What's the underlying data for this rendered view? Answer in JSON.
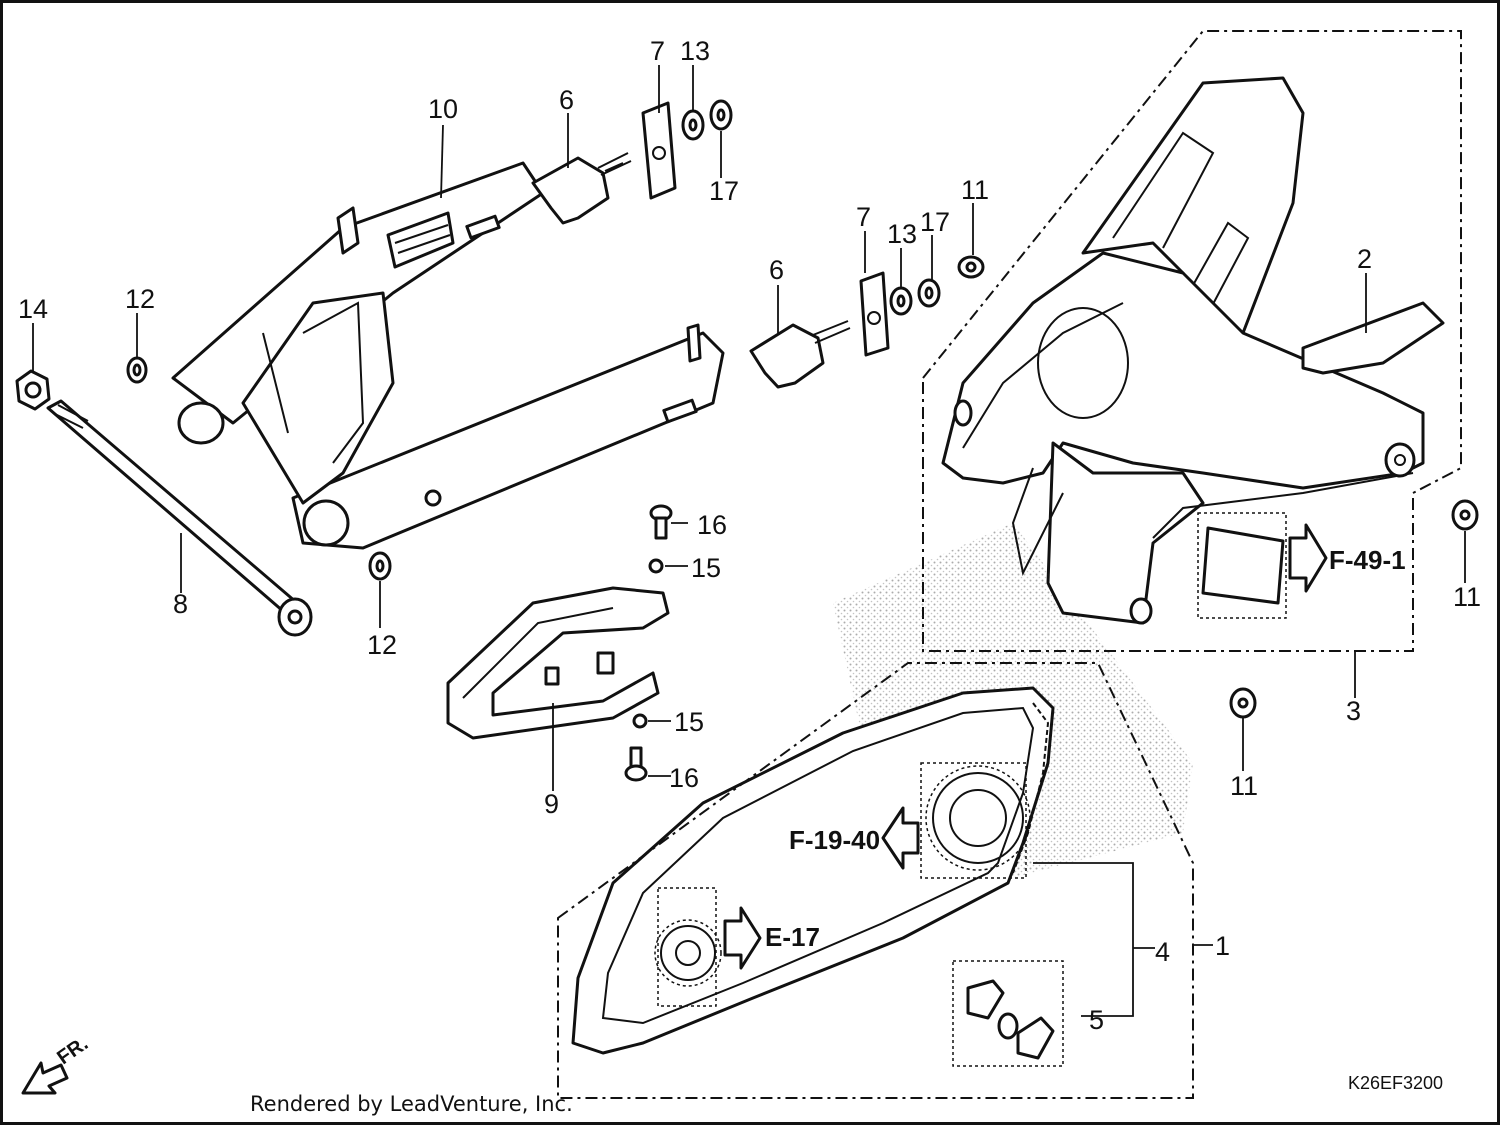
{
  "diagram": {
    "callouts": [
      "1",
      "2",
      "3",
      "4",
      "5",
      "6",
      "6",
      "7",
      "7",
      "8",
      "9",
      "10",
      "11",
      "11",
      "11",
      "12",
      "12",
      "13",
      "13",
      "14",
      "15",
      "15",
      "16",
      "16",
      "17",
      "17"
    ],
    "references": [
      "F-49-1",
      "F-19-40",
      "E-17"
    ],
    "front_marker": "FR.",
    "drawing_code": "K26EF3200",
    "footer": "Rendered by LeadVenture, Inc."
  }
}
